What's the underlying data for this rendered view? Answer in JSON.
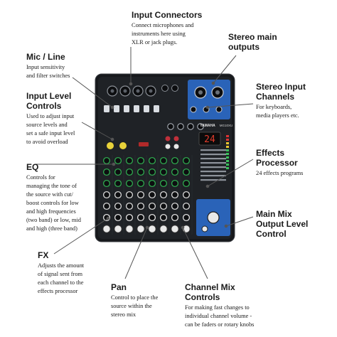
{
  "annotations": {
    "input_connectors": {
      "title": "Input Connectors",
      "desc": [
        "Connect microphones and",
        "instruments here using",
        "XLR or jack plugs."
      ]
    },
    "stereo_main_outputs": {
      "title": [
        "Stereo main",
        "outputs"
      ]
    },
    "mic_line": {
      "title": "Mic / Line",
      "desc": [
        "Input sensitivity",
        "and filter switches"
      ]
    },
    "stereo_input_channels": {
      "title": [
        "Stereo Input",
        "Channels"
      ],
      "desc": [
        "For keyboards,",
        "media players etc."
      ]
    },
    "input_level_controls": {
      "title": [
        "Input Level",
        "Controls"
      ],
      "desc": [
        "Used to adjust input",
        "source levels and",
        "set a safe input level",
        "to avoid overload"
      ]
    },
    "effects_processor": {
      "title": [
        "Effects",
        "Processor"
      ],
      "desc": [
        "24 effects programs"
      ]
    },
    "eq": {
      "title": "EQ",
      "desc": [
        "Controls for",
        "managing the tone of",
        "the source with cut/",
        "boost controls for low",
        "and high frequencies",
        "(two band) or low, mid",
        "and high (three band)"
      ]
    },
    "main_mix_output": {
      "title": [
        "Main Mix",
        "Output Level",
        "Control"
      ]
    },
    "fx": {
      "title": "FX",
      "desc": [
        "Adjusts the amount",
        "of signal sent from",
        "each channel to the",
        "effects processor"
      ]
    },
    "pan": {
      "title": "Pan",
      "desc": [
        "Control to place the",
        "source within the",
        "stereo mix"
      ]
    },
    "channel_mix": {
      "title": [
        "Channel Mix",
        "Controls"
      ],
      "desc": [
        "For making fast changes to",
        "individual channel volume -",
        "can be faders or rotary knobs"
      ]
    }
  },
  "mixer": {
    "brand": "YAMAHA",
    "model": "MG10XU",
    "display": "24"
  },
  "colors": {
    "panel": "#17191c",
    "blue": "#2a63b8",
    "knob_green": "#2faa4f",
    "knob_yellow": "#e8d23a",
    "leader": "#555555"
  }
}
